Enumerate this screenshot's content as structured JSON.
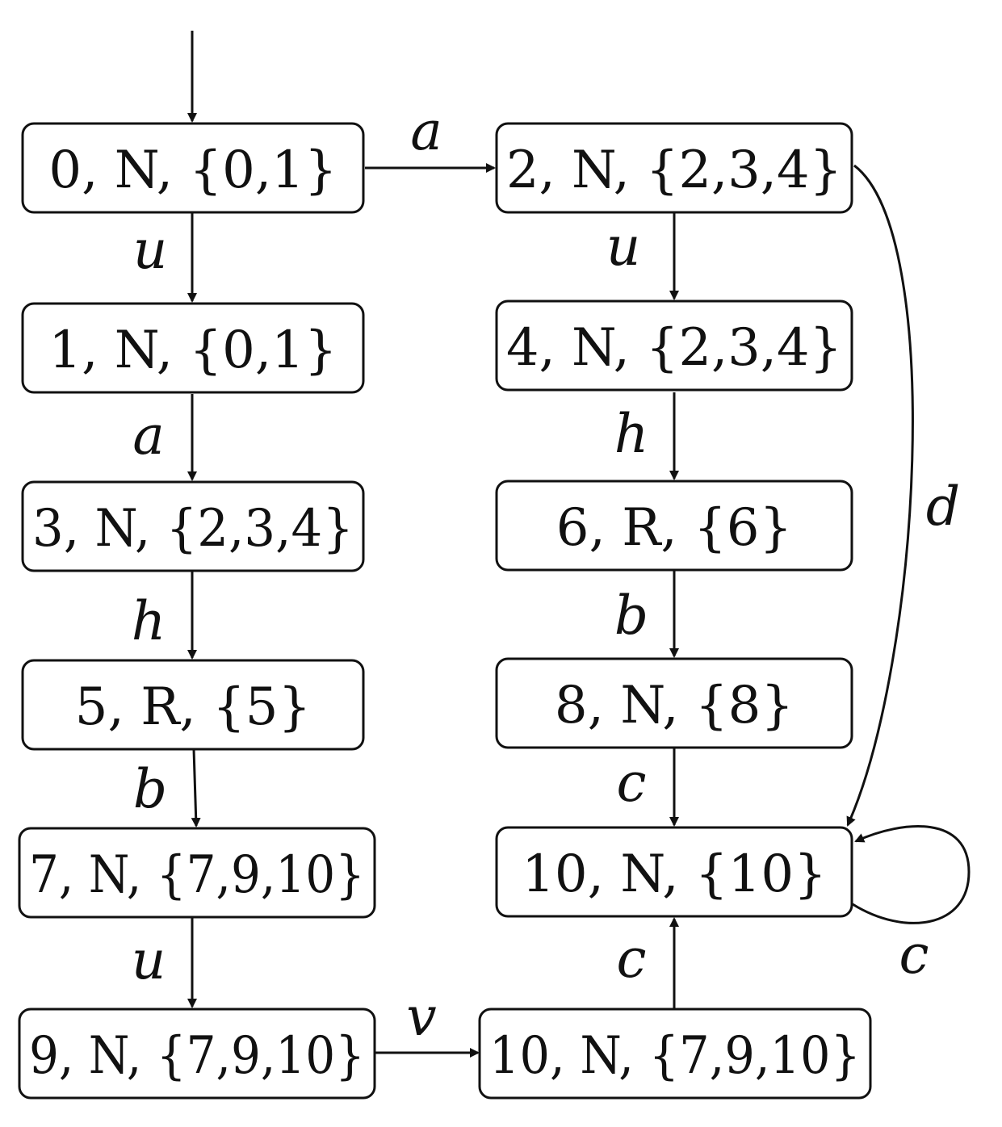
{
  "diagram": {
    "nodes": {
      "n0": {
        "label": "0, N, {0,1}"
      },
      "n1": {
        "label": "1, N, {0,1}"
      },
      "n3": {
        "label": "3, N, {2,3,4}"
      },
      "n5": {
        "label": "5, R, {5}"
      },
      "n7": {
        "label": "7, N, {7,9,10}"
      },
      "n9": {
        "label": "9, N, {7,9,10}"
      },
      "n2": {
        "label": "2, N, {2,3,4}"
      },
      "n4": {
        "label": "4, N, {2,3,4}"
      },
      "n6": {
        "label": "6, R, {6}"
      },
      "n8": {
        "label": "8, N, {8}"
      },
      "n10a": {
        "label": "10, N, {10}"
      },
      "n10b": {
        "label": "10, N, {7,9,10}"
      }
    },
    "edges": {
      "e0_2": {
        "label": "a"
      },
      "e0_1": {
        "label": "u"
      },
      "e1_3": {
        "label": "a"
      },
      "e3_5": {
        "label": "h"
      },
      "e5_7": {
        "label": "b"
      },
      "e7_9": {
        "label": "u"
      },
      "e9_10b": {
        "label": "v"
      },
      "e2_4": {
        "label": "u"
      },
      "e4_6": {
        "label": "h"
      },
      "e6_8": {
        "label": "b"
      },
      "e8_10a": {
        "label": "c"
      },
      "e10b_10a": {
        "label": "c"
      },
      "e2_10a": {
        "label": "d"
      },
      "e10a_self": {
        "label": "c"
      }
    },
    "colors": {
      "stroke": "#111111",
      "fill": "#ffffff"
    }
  }
}
